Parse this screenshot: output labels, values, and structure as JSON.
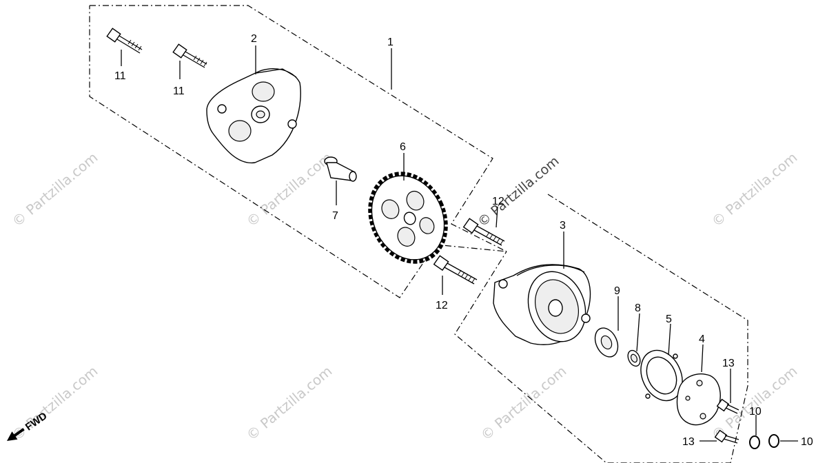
{
  "callouts": {
    "c1": "1",
    "c2": "2",
    "c3": "3",
    "c4": "4",
    "c5": "5",
    "c6": "6",
    "c7": "7",
    "c8": "8",
    "c9": "9",
    "c10a": "10",
    "c10b": "10",
    "c11a": "11",
    "c11b": "11",
    "c12": "12",
    "c12b": "12",
    "c13a": "13",
    "c13b": "13"
  },
  "direction_label": "FWD",
  "watermark": "© Partzilla.com"
}
